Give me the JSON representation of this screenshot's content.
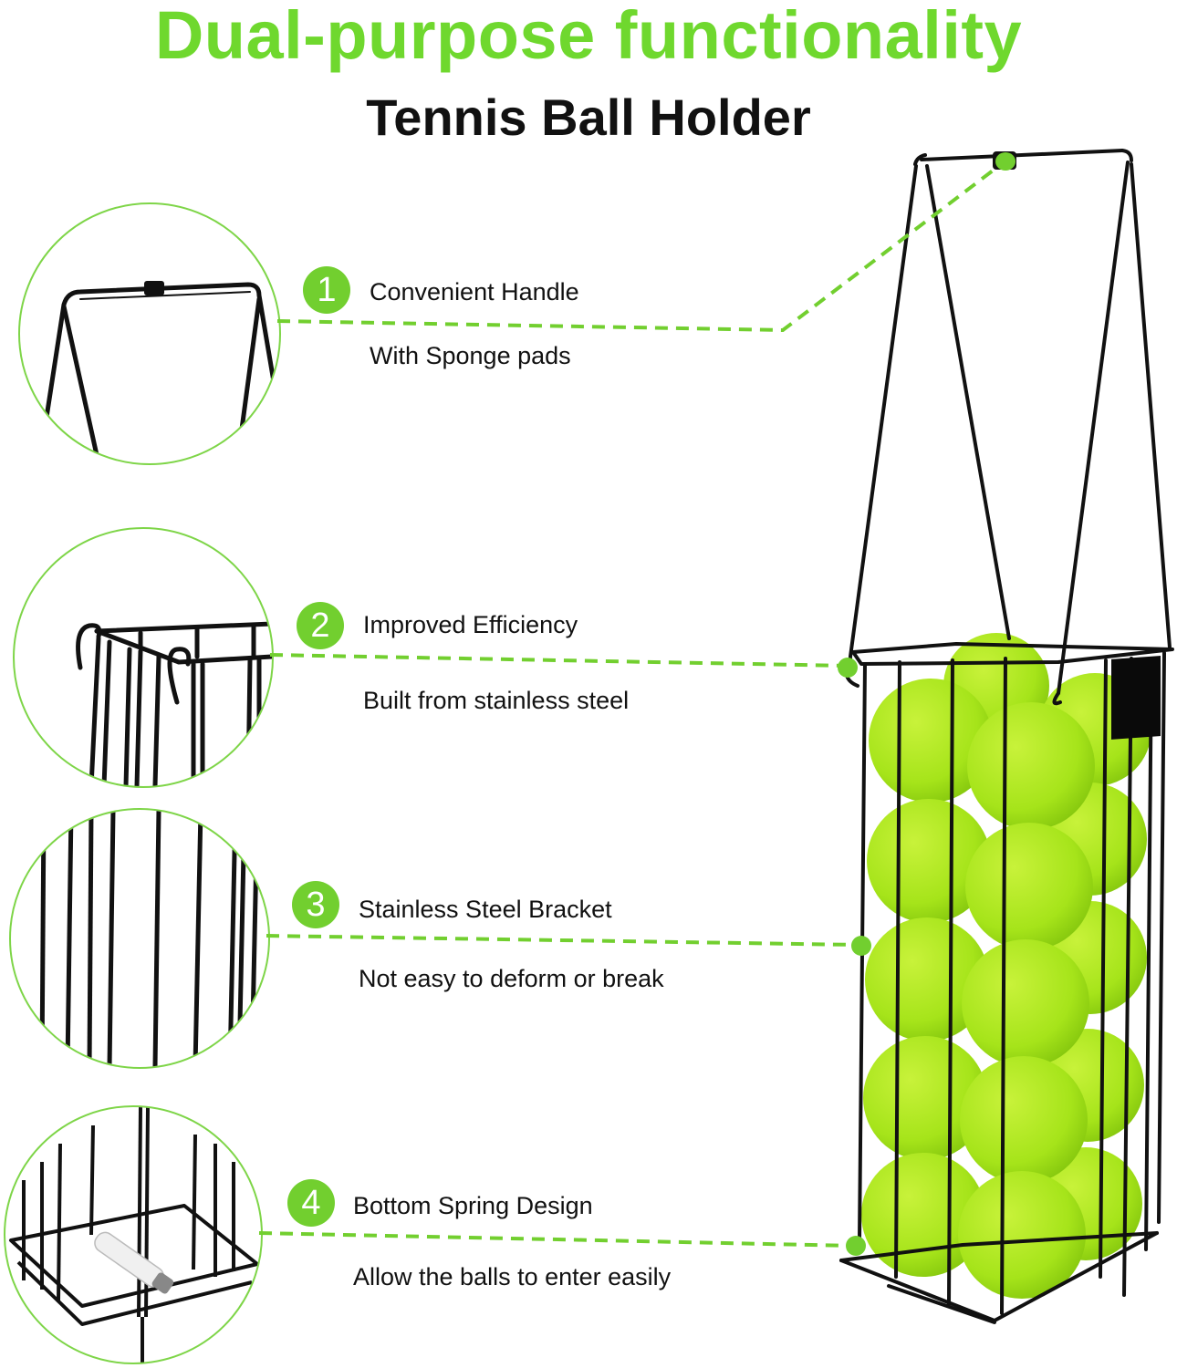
{
  "header": {
    "title": "Dual-purpose functionality",
    "subtitle": "Tennis Ball Holder"
  },
  "colors": {
    "accent_green": "#72cf2f",
    "title_green": "#6fd82e",
    "ball_green": "#a8e61c",
    "wire_black": "#111111",
    "text_black": "#111111"
  },
  "features": [
    {
      "number": "1",
      "title": "Convenient Handle",
      "subtitle": "With Sponge pads",
      "inset_detail": "handle-closeup"
    },
    {
      "number": "2",
      "title": "Improved Efficiency",
      "subtitle": "Built from stainless steel",
      "inset_detail": "hook-closeup"
    },
    {
      "number": "3",
      "title": "Stainless Steel Bracket",
      "subtitle": "Not easy to deform or break",
      "inset_detail": "bars-closeup"
    },
    {
      "number": "4",
      "title": "Bottom Spring Design",
      "subtitle": "Allow the balls to enter easily",
      "inset_detail": "spring-base-closeup"
    }
  ],
  "product": {
    "name": "tennis-ball-holder-basket",
    "ball_count_visible": 15
  }
}
